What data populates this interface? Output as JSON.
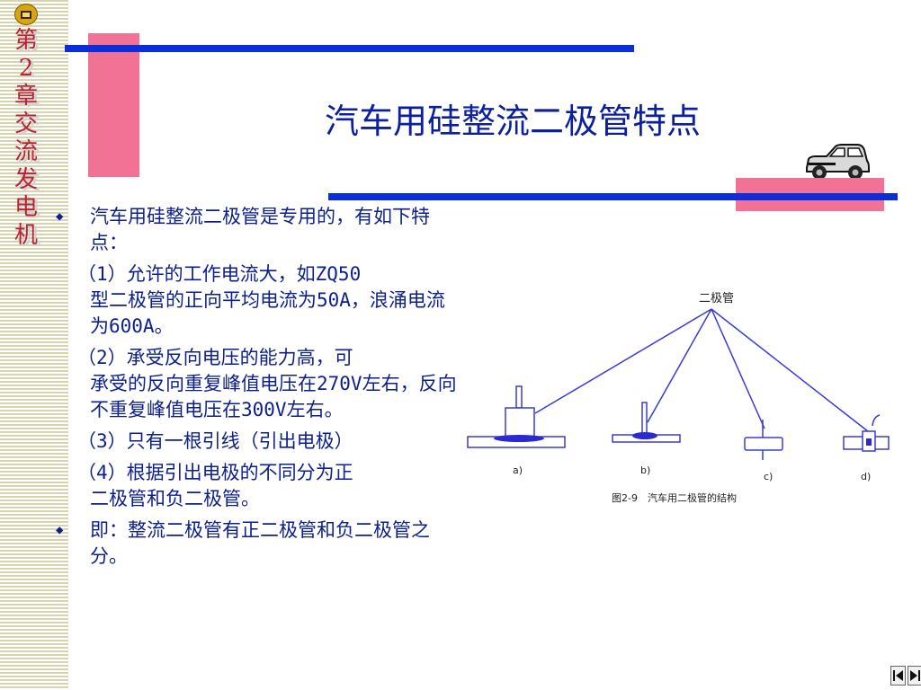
{
  "sidebar": {
    "chapter": "第2章 交流发电机"
  },
  "slide": {
    "title": "汽车用硅整流二极管特点",
    "bullets": [
      {
        "kind": "bullet",
        "text": "汽车用硅整流二极管是专用的，有如下特点："
      },
      {
        "kind": "sub",
        "first": "（1）允许的工作电流大，如ZQ50",
        "rest": "型二极管的正向平均电流为50A，浪涌电流为600A。"
      },
      {
        "kind": "sub",
        "first": "（2）承受反向电压的能力高，可",
        "rest": "承受的反向重复峰值电压在270V左右，反向不重复峰值电压在300V左右。"
      },
      {
        "kind": "sub",
        "first": "（3）只有一根引线（引出电极）",
        "rest": ""
      },
      {
        "kind": "sub",
        "first": "（4）根据引出电极的不同分为正",
        "rest": "二极管和负二极管。"
      },
      {
        "kind": "bullet",
        "text": "即：整流二极管有正二极管和负二极管之分。"
      }
    ]
  },
  "figure": {
    "top_label": "二极管",
    "labels": [
      "a)",
      "b)",
      "c)",
      "d)"
    ],
    "caption": "图2-9　汽车用二极管的结构",
    "line_color": "#3a3ad8"
  },
  "colors": {
    "accent_blue": "#0c2ed8",
    "accent_pink": "#f27295",
    "text": "#0c1f8c",
    "chapter": "#b8232e"
  }
}
